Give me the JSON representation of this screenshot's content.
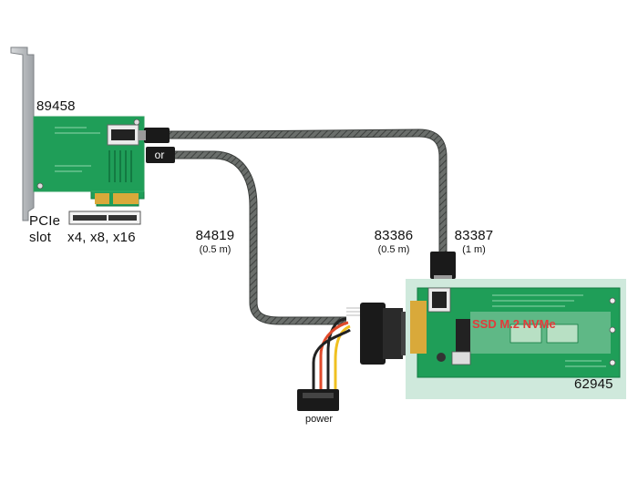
{
  "labels": {
    "card_pcie": "89458",
    "pcie_line1": "PCIe",
    "pcie_line2": "slot",
    "pcie_lanes": "x4, x8, x16",
    "cable_a": "84819",
    "cable_a_len": "(0.5 m)",
    "cable_b": "83386",
    "cable_b_len": "(0.5 m)",
    "cable_c": "83387",
    "cable_c_len": "(1 m)",
    "or_badge": "or",
    "ssd_text": "SSD M.2 NVMe",
    "adapter": "62945",
    "power": "power"
  },
  "colors": {
    "pcb_green": "#1f9e58",
    "adapter_bg": "#cfe9dc",
    "ssd_text": "#e23b3b",
    "cable_sleeve": "#5f6360",
    "bracket": "#b9bcbf"
  }
}
